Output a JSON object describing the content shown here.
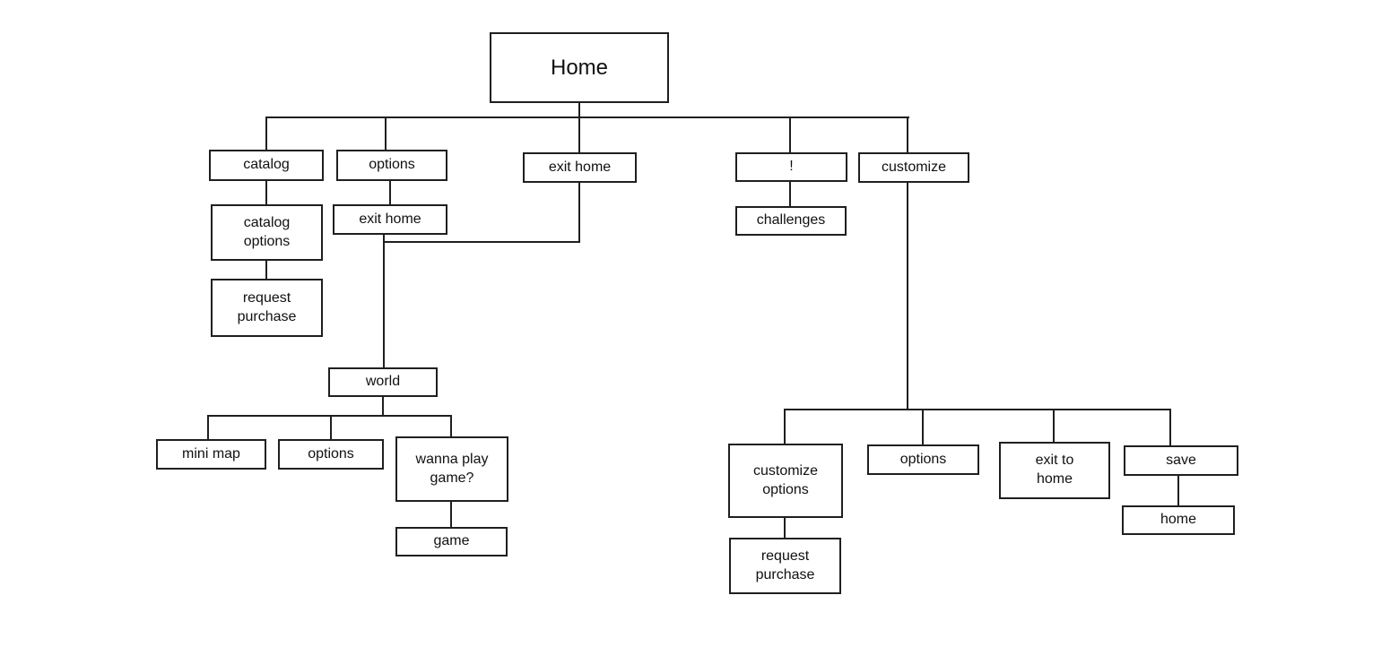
{
  "nodes": {
    "home": "Home",
    "catalog": "catalog",
    "catalog_options": "catalog options",
    "catalog_request_purchase": "request purchase",
    "options": "options",
    "options_exit_home": "exit home",
    "exit_home": "exit home",
    "exclamation": "!",
    "challenges": "challenges",
    "customize": "customize",
    "world": "world",
    "mini_map": "mini map",
    "world_options": "options",
    "wanna_play_game": "wanna play game?",
    "game": "game",
    "customize_options": "customize options",
    "customize_request_purchase": "request purchase",
    "customize_menu_options": "options",
    "exit_to_home": "exit to home",
    "save": "save",
    "save_home": "home"
  }
}
